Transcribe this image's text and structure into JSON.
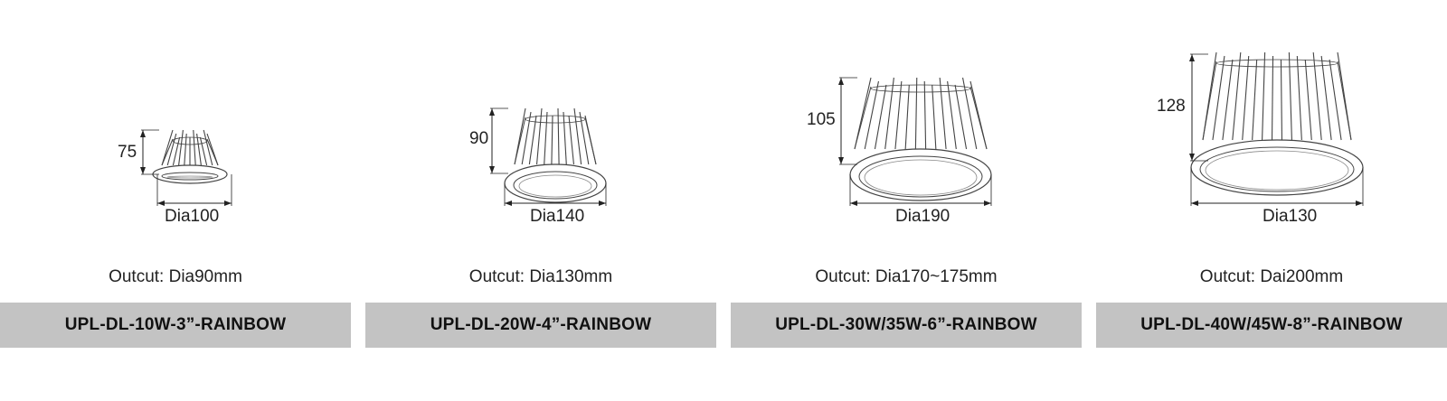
{
  "products": [
    {
      "height_label": "75",
      "diameter_label": "Dia100",
      "outcut": "Outcut: Dia90mm",
      "model": "UPL-DL-10W-3”-RAINBOW"
    },
    {
      "height_label": "90",
      "diameter_label": "Dia140",
      "outcut": "Outcut: Dia130mm",
      "model": "UPL-DL-20W-4”-RAINBOW"
    },
    {
      "height_label": "105",
      "diameter_label": "Dia190",
      "outcut": "Outcut: Dia170~175mm",
      "model": "UPL-DL-30W/35W-6”-RAINBOW"
    },
    {
      "height_label": "128",
      "diameter_label": "Dia130",
      "outcut": "Outcut: Dai200mm",
      "model": "UPL-DL-40W/45W-8”-RAINBOW"
    }
  ],
  "colors": {
    "label_bar": "#c3c3c3",
    "line": "#444444",
    "background": "#ffffff"
  }
}
